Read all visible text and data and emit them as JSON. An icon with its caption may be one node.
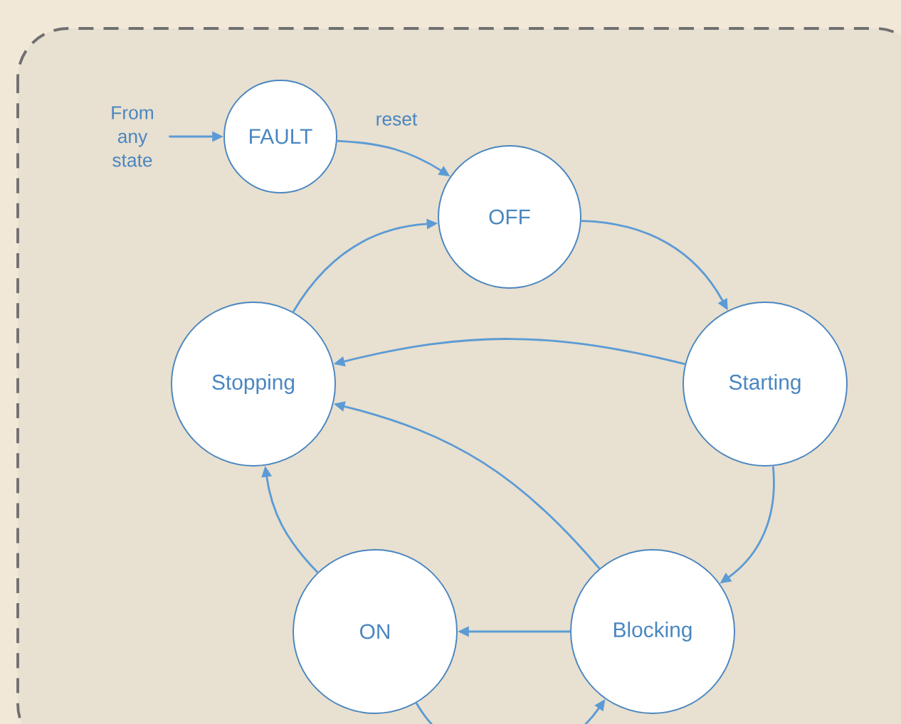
{
  "diagram": {
    "nodes": [
      {
        "text": [
          "From any state"
        ]
      },
      {
        "text": [
          "FAULT"
        ]
      },
      {
        "text": [
          "OFF"
        ]
      },
      {
        "text": [
          "Starting"
        ]
      },
      {
        "text": [
          "Stopping"
        ]
      },
      {
        "text": [
          "Blocking"
        ]
      },
      {
        "text": [
          "ON"
        ]
      }
    ],
    "edges": [
      {
        "from": 0,
        "to": 1,
        "arrow": "to"
      },
      {
        "from": 1,
        "to": 2,
        "arrow": "to",
        "label": "reset"
      },
      {
        "from": 2,
        "to": 3,
        "arrow": "to"
      },
      {
        "from": 3,
        "to": 4,
        "arrow": "to"
      },
      {
        "from": 4,
        "to": 2,
        "arrow": "to"
      },
      {
        "from": 3,
        "to": 5,
        "arrow": "to"
      },
      {
        "from": 5,
        "to": 4,
        "arrow": "to"
      },
      {
        "from": 5,
        "to": 6,
        "arrow": "to"
      },
      {
        "from": 6,
        "to": 4,
        "arrow": "to"
      },
      {
        "from": 6,
        "to": 5,
        "arrow": "to"
      }
    ]
  }
}
